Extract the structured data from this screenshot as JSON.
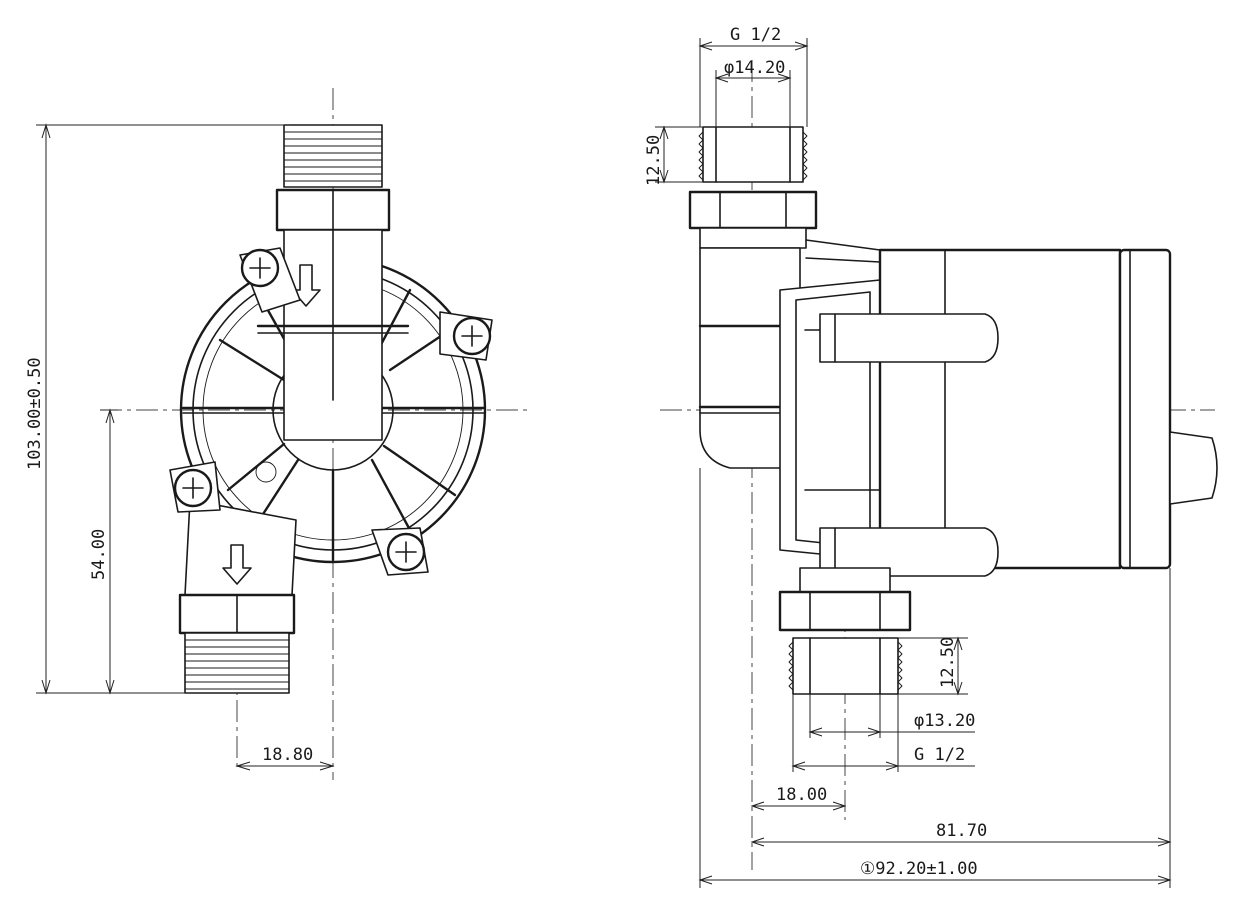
{
  "drawing": {
    "colors": {
      "ink": "#1a1a1a",
      "paper": "#ffffff"
    },
    "front_view": {
      "dims": {
        "overall_height": "103.00±0.50",
        "outlet_height": "54.00",
        "outlet_offset": "18.80"
      }
    },
    "side_view": {
      "dims": {
        "inlet_thread": "G 1/2",
        "inlet_bore": "φ14.20",
        "inlet_thread_len": "12.50",
        "outlet_thread_len": "12.50",
        "outlet_bore": "φ13.20",
        "outlet_thread": "G 1/2",
        "outlet_offset": "18.00",
        "body_length": "81.70",
        "overall_length": "①92.20±1.00"
      }
    }
  }
}
